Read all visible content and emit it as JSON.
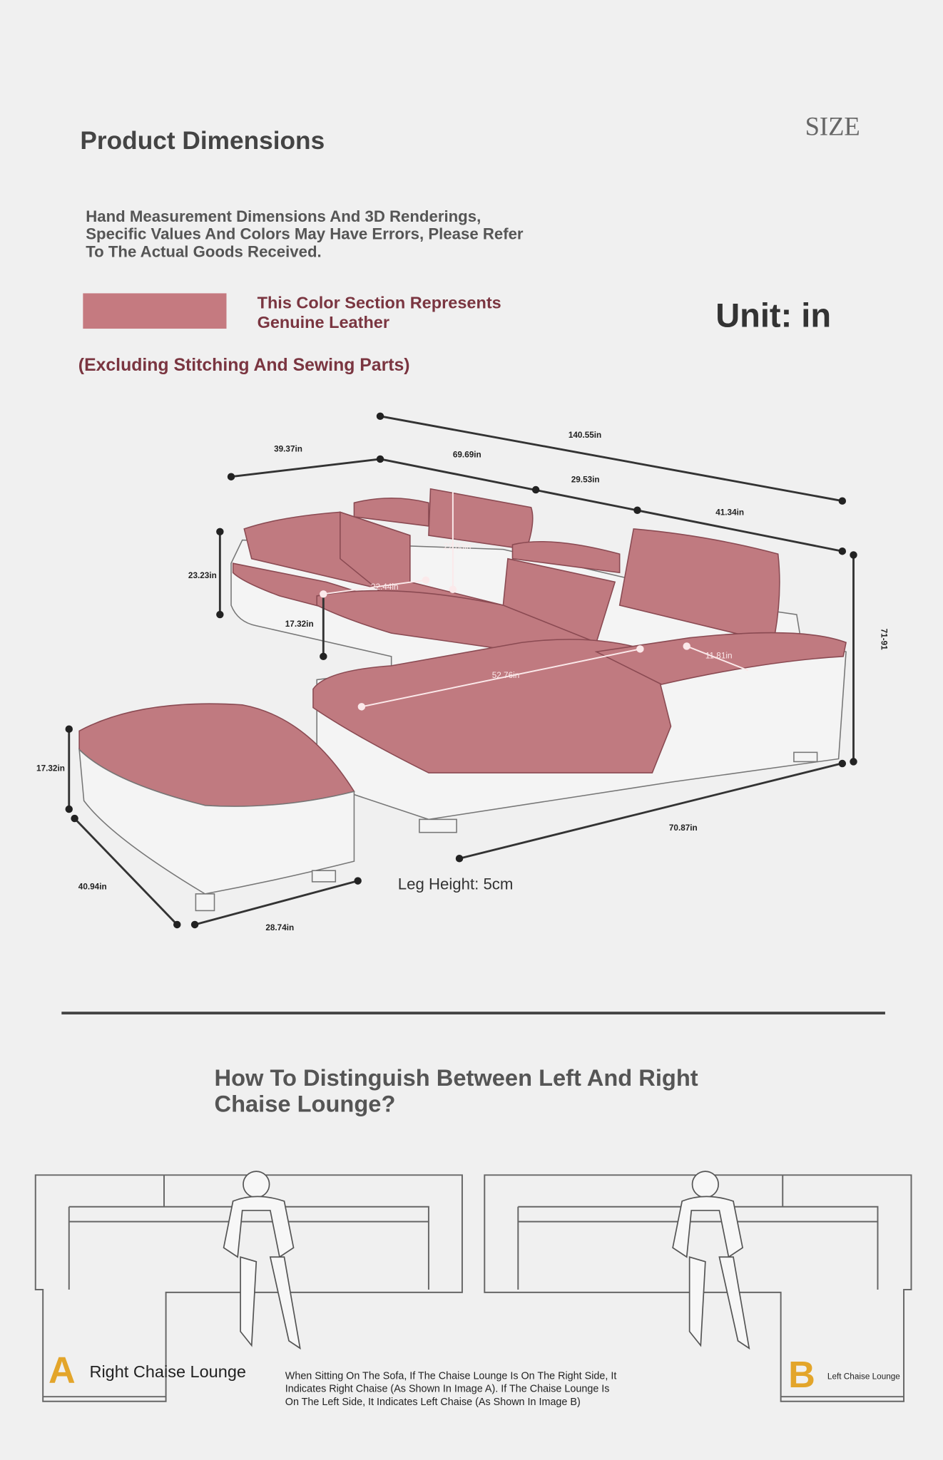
{
  "header": {
    "title": "Product Dimensions",
    "size_logo": "SIZE",
    "disclaimer": [
      "Hand Measurement Dimensions And 3D Renderings,",
      "Specific Values And Colors May Have Errors, Please Refer",
      "To The Actual Goods Received."
    ]
  },
  "legend": {
    "swatch_color": "#c57a80",
    "label_lines": [
      "This Color Section Represents",
      "Genuine Leather"
    ],
    "note": "(Excluding Stitching And Sewing Parts)",
    "unit": "Unit: in"
  },
  "dimensions": {
    "total_length": "140.55in",
    "left_depth": "39.37in",
    "back_length": "69.69in",
    "middle_length": "29.53in",
    "right_length": "41.34in",
    "back_height": "23.23in",
    "headrest_height": "22.83in",
    "seat_depth": "22.44in",
    "seat_height": "17.32in",
    "chaise_length": "52.76in",
    "arm_width": "11.81in",
    "total_height": "71-91",
    "chaise_width": "70.87in",
    "ottoman_height": "17.32in",
    "ottoman_length": "40.94in",
    "ottoman_width": "28.74in",
    "leg_height": "Leg Height: 5cm"
  },
  "chaise_section": {
    "title_lines": [
      "How To Distinguish Between Left And Right",
      "Chaise Lounge?"
    ],
    "a_letter": "A",
    "a_label": "Right Chaise Lounge",
    "b_letter": "B",
    "b_label": "Left Chaise Lounge",
    "explanation": [
      "When Sitting On The Sofa, If The Chaise Lounge Is On The Right Side, It",
      "Indicates Right Chaise (As Shown In Image A). If The Chaise Lounge Is",
      "On The Left Side, It Indicates Left Chaise (As Shown In Image B)"
    ],
    "accent_color": "#e3a52a"
  }
}
